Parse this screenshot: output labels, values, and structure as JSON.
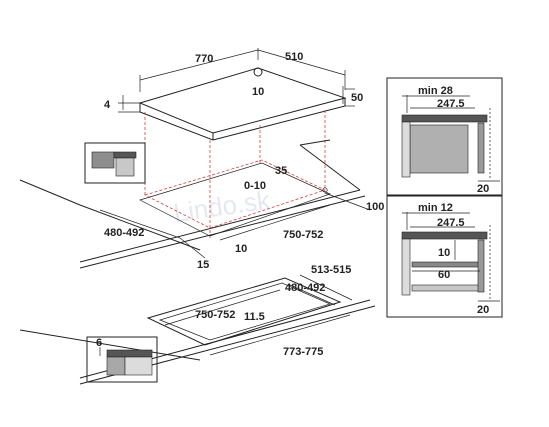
{
  "watermark": "Lindo.sk",
  "top_view": {
    "width_label": "770",
    "depth_label": "510",
    "thickness_label": "4",
    "height_label": "50",
    "cable_label": "10",
    "corner_label": "35",
    "offset_label": "0-10",
    "back_label": "100",
    "cut_depth_label": "480-492",
    "front_gap_label": "10",
    "cut_width_label": "750-752",
    "front_label": "15"
  },
  "flush_view": {
    "outer_depth_label": "513-515",
    "cut_depth_label": "480-492",
    "cut_width_label": "750-752",
    "rebate_label": "11.5",
    "outer_width_label": "773-775"
  },
  "side_top": {
    "min_label": "min 28",
    "depth_label": "247.5",
    "wall_label": "20"
  },
  "side_bottom": {
    "min_label": "min 12",
    "depth_label": "247.5",
    "gap_label": "10",
    "drawer_label": "60",
    "wall_label": "20"
  },
  "detail_inset": {
    "step_label": "6"
  }
}
